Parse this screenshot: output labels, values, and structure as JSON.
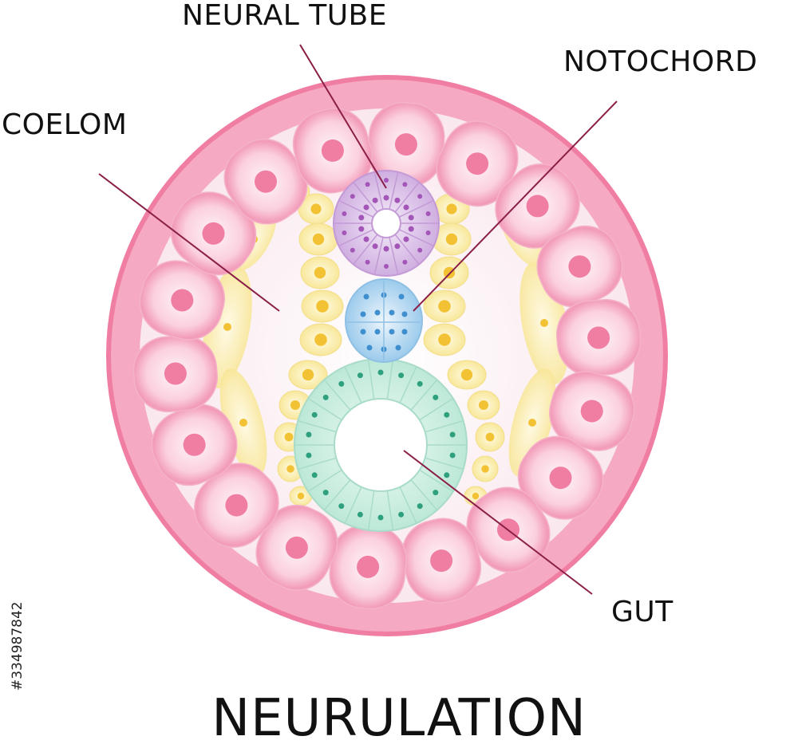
{
  "labels": {
    "neural_tube": "NEURAL TUBE",
    "notochord": "NOTOCHORD",
    "coelom": "COELOM",
    "gut": "GUT"
  },
  "title": "NEURULATION",
  "stock_id": "#334987842",
  "colors": {
    "ring": "#f07da2",
    "ectoderm_cell": "#f9c3d4",
    "ectoderm_nucleus": "#f07da2",
    "mesoderm_cell": "#f9eeb0",
    "mesoderm_nucleus": "#f2c234",
    "neural_tube_cell": "#d6b8e0",
    "neural_tube_nucleus": "#a456b8",
    "notochord_cell": "#b9d9ef",
    "notochord_nucleus": "#3f8fcf",
    "gut_cell": "#cdeee2",
    "gut_nucleus": "#2ea07e",
    "coelom": "#fbeff3",
    "leader_line": "#8a1f47"
  }
}
